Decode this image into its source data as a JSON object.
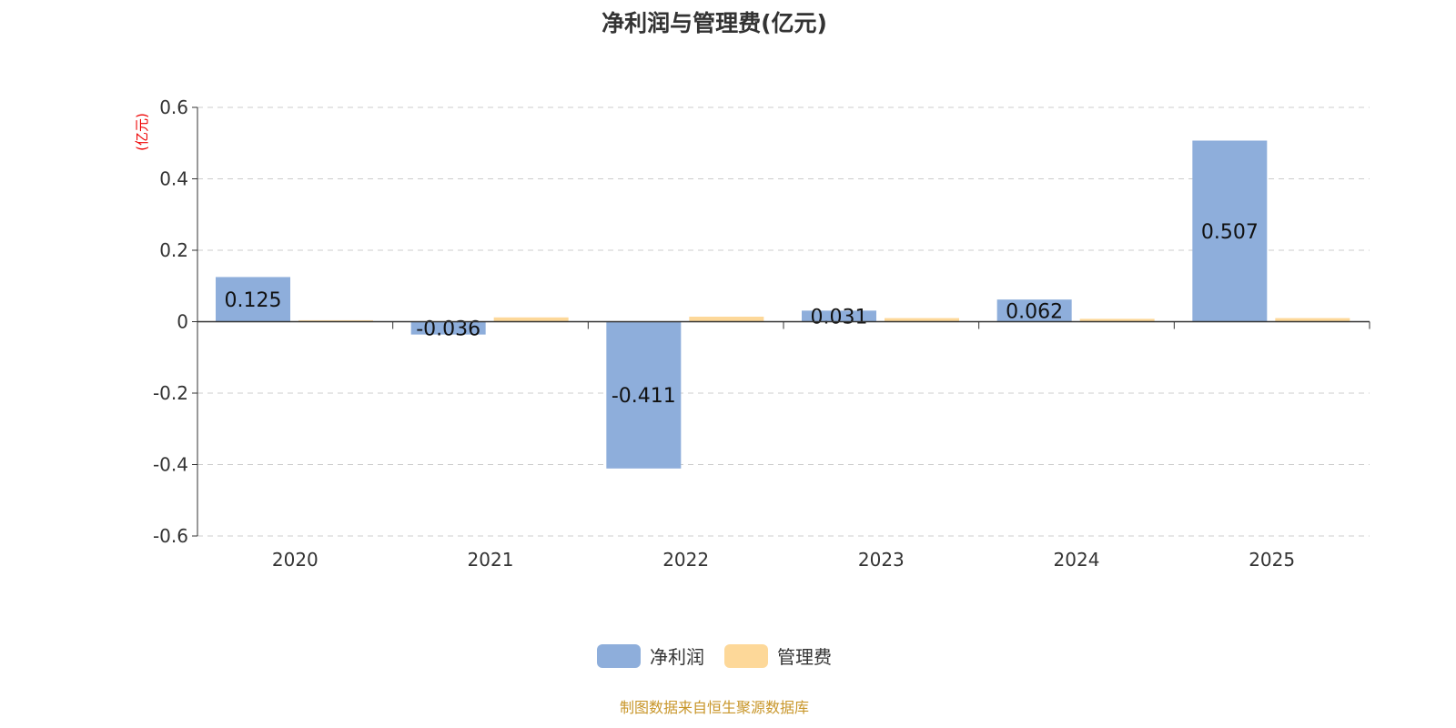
{
  "chart_data": {
    "type": "bar",
    "title": "净利润与管理费(亿元)",
    "ylabel": "(亿元)",
    "categories": [
      "2020",
      "2021",
      "2022",
      "2023",
      "2024",
      "2025"
    ],
    "series": [
      {
        "name": "净利润",
        "color": "#8eaedb",
        "values": [
          0.125,
          -0.036,
          -0.411,
          0.031,
          0.062,
          0.507
        ],
        "labels": [
          "0.125",
          "-0.036",
          "-0.411",
          "0.031",
          "0.062",
          "0.507"
        ]
      },
      {
        "name": "管理费",
        "color": "#fdd899",
        "values": [
          0.004,
          0.012,
          0.014,
          0.01,
          0.008,
          0.01
        ]
      }
    ],
    "ylim": [
      -0.6,
      0.6
    ],
    "yticks": [
      -0.6,
      -0.4,
      -0.2,
      0,
      0.2,
      0.4,
      0.6
    ],
    "ytick_labels": [
      "-0.6",
      "-0.4",
      "-0.2",
      "0",
      "0.2",
      "0.4",
      "0.6"
    ],
    "grid": true,
    "legend": "bottom-center"
  },
  "source": "制图数据来自恒生聚源数据库"
}
